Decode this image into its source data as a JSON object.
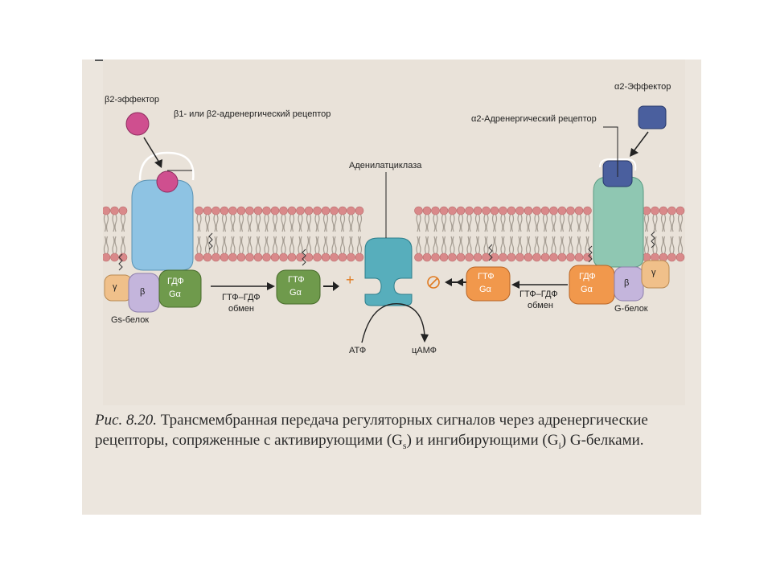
{
  "figure": {
    "labels": {
      "beta2_effector": "β2-эффектор",
      "beta_receptor": "β1- или β2-адренергический рецептор",
      "adenylate_cyclase": "Аденилатциклаза",
      "alpha2_effector": "α2-Эффектор",
      "alpha2_receptor": "α2-Адренергический рецептор",
      "gs_protein": "Gs-белок",
      "g_protein": "G-белок",
      "exchange_left_1": "ГТФ–ГДФ",
      "exchange_left_2": "обмен",
      "exchange_right_1": "ГТФ–ГДФ",
      "exchange_right_2": "обмен",
      "atp": "АТФ",
      "camp": "цАМФ",
      "gamma": "γ",
      "beta": "β",
      "gdf": "ГДФ",
      "gtf": "ГТФ",
      "g_alpha": "Gα",
      "plus": "+"
    },
    "colors": {
      "membrane_head": "#d9898a",
      "receptor_beta": "#8ec3e3",
      "receptor_alpha": "#8fc7b2",
      "adenylate_cyclase": "#57aebc",
      "gs_alpha": "#6f9a4c",
      "gi_alpha": "#f1984c",
      "gamma_subunit": "#f0c08a",
      "beta_subunit": "#c4b5dc",
      "effector_beta": "#cf4f8f",
      "effector_alpha": "#4a5f9e"
    }
  },
  "caption": {
    "number": "Рис. 8.20.",
    "text_1": " Трансмембранная передача регуляторных сигналов через адренергические рецепторы, сопряженные с активирующими (G",
    "sub_s": "s",
    "text_2": ") и ингибирующими (G",
    "sub_i": "i",
    "text_3": ") G-белками."
  }
}
